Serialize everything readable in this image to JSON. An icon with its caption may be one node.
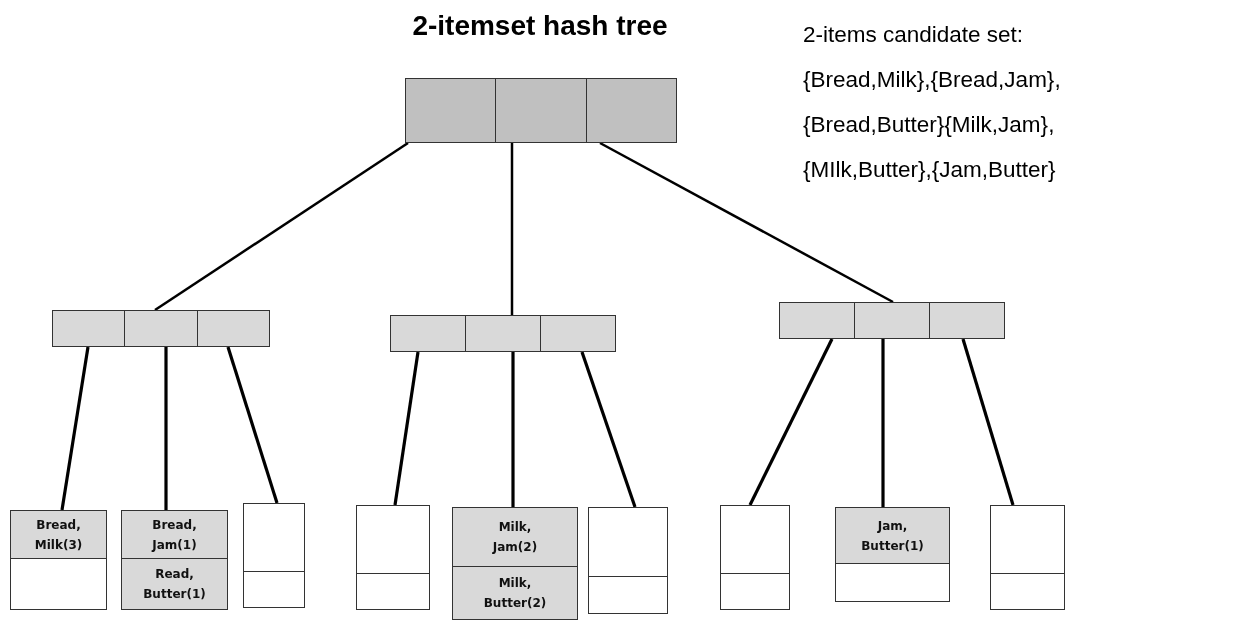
{
  "diagram": {
    "title": "2-itemset hash tree",
    "nodes": [
      {
        "text": [],
        "shape": "box"
      },
      {
        "text": [],
        "shape": "box"
      },
      {
        "text": [],
        "shape": "box"
      },
      {
        "text": [],
        "shape": "box"
      },
      {
        "text": [
          "Bread, Milk(3)"
        ]
      },
      {
        "text": [
          "Bread, Jam(1)",
          "Read, Butter(1)"
        ]
      },
      {
        "text": [],
        "shape": "box"
      },
      {
        "text": [],
        "shape": "box"
      },
      {
        "text": [
          "Milk, Jam(2)",
          "Milk, Butter(2)"
        ]
      },
      {
        "text": [],
        "shape": "box"
      },
      {
        "text": [],
        "shape": "box"
      },
      {
        "text": [
          "Jam, Butter(1)"
        ]
      },
      {
        "text": [],
        "shape": "box"
      }
    ],
    "edges": [
      {
        "from": 0,
        "to": 1,
        "arrow": "none"
      },
      {
        "from": 0,
        "to": 2,
        "arrow": "none"
      },
      {
        "from": 0,
        "to": 3,
        "arrow": "none"
      },
      {
        "from": 1,
        "to": 4,
        "arrow": "none"
      },
      {
        "from": 1,
        "to": 5,
        "arrow": "none"
      },
      {
        "from": 1,
        "to": 6,
        "arrow": "none"
      },
      {
        "from": 2,
        "to": 7,
        "arrow": "none"
      },
      {
        "from": 2,
        "to": 8,
        "arrow": "none"
      },
      {
        "from": 2,
        "to": 9,
        "arrow": "none"
      },
      {
        "from": 3,
        "to": 10,
        "arrow": "none"
      },
      {
        "from": 3,
        "to": 11,
        "arrow": "none"
      },
      {
        "from": 3,
        "to": 12,
        "arrow": "none"
      }
    ],
    "labels": [
      "2-items candidate set: {Bread,Milk},{Bread,Jam}, {Bread,Butter}{Milk,Jam}, {MIlk,Butter},{Jam,Butter}"
    ]
  }
}
